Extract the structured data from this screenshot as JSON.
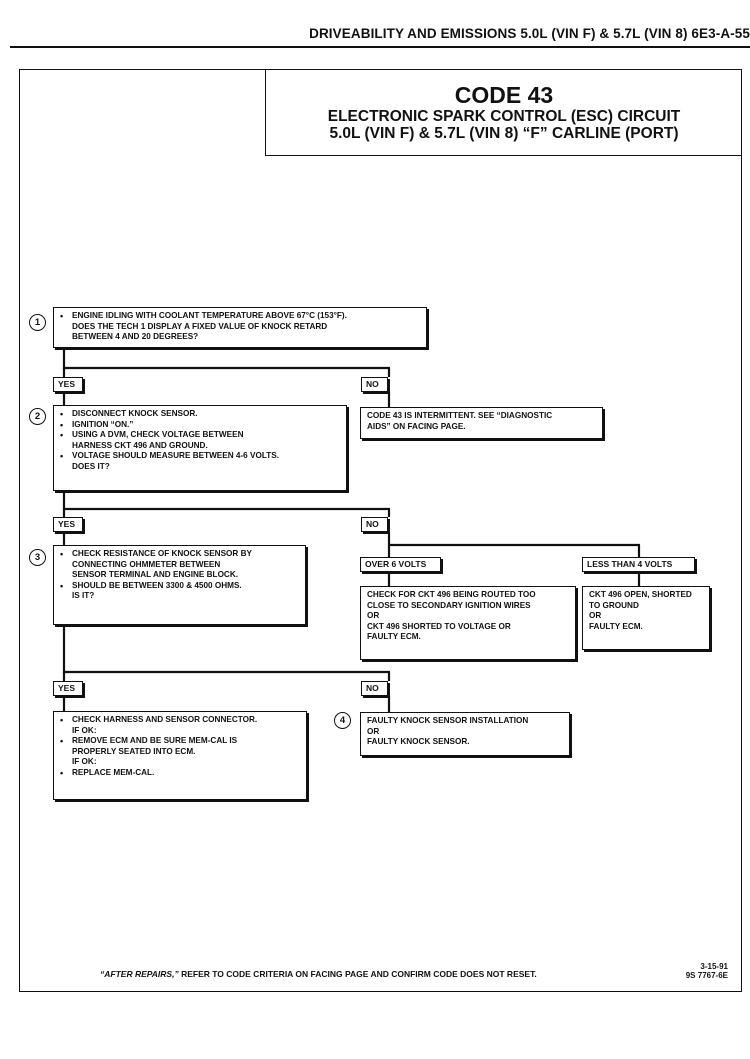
{
  "header": {
    "title": "DRIVEABILITY AND EMISSIONS 5.0L (VIN F) & 5.7L (VIN 8) 6E3-A-55"
  },
  "title_block": {
    "code": "CODE 43",
    "line1": "ELECTRONIC SPARK CONTROL (ESC) CIRCUIT",
    "line2": "5.0L (VIN F) & 5.7L (VIN 8) “F” CARLINE (PORT)"
  },
  "steps": {
    "s1": {
      "number": "1",
      "line1": "ENGINE IDLING WITH COOLANT TEMPERATURE ABOVE 67°C (153°F).",
      "line2": "DOES THE TECH 1 DISPLAY A FIXED VALUE OF KNOCK RETARD",
      "line3": "BETWEEN 4 AND 20 DEGREES?"
    },
    "s2": {
      "number": "2",
      "b1": "DISCONNECT KNOCK SENSOR.",
      "b2": "IGNITION “ON.”",
      "b3a": "USING A DVM, CHECK VOLTAGE BETWEEN",
      "b3b": "HARNESS CKT 496 AND GROUND.",
      "b4a": "VOLTAGE SHOULD MEASURE BETWEEN 4-6 VOLTS.",
      "b4b": "DOES IT?"
    },
    "s3": {
      "number": "3",
      "b1a": "CHECK RESISTANCE OF KNOCK SENSOR BY",
      "b1b": "CONNECTING OHMMETER BETWEEN",
      "b1c": "SENSOR TERMINAL AND ENGINE BLOCK.",
      "b2a": "SHOULD BE BETWEEN 3300 & 4500 OHMS.",
      "b2b": "IS IT?"
    },
    "s4": {
      "number": "4",
      "line1": "FAULTY KNOCK SENSOR INSTALLATION",
      "line2": "OR",
      "line3": "FAULTY KNOCK SENSOR."
    }
  },
  "labels": {
    "yes": "YES",
    "no": "NO",
    "over6": "OVER 6 VOLTS",
    "less4": "LESS THAN 4 VOLTS"
  },
  "results": {
    "intermittent": {
      "line1": "CODE 43 IS INTERMITTENT.  SEE “DIAGNOSTIC",
      "line2": "AIDS” ON FACING PAGE."
    },
    "over6": {
      "line1": "CHECK FOR CKT 496 BEING ROUTED TOO",
      "line2": "CLOSE TO SECONDARY IGNITION WIRES",
      "line3": "OR",
      "line4": "CKT 496 SHORTED TO VOLTAGE OR",
      "line5": "FAULTY ECM."
    },
    "less4": {
      "line1": "CKT 496 OPEN, SHORTED",
      "line2": "TO GROUND",
      "line3": "OR",
      "line4": "FAULTY ECM."
    },
    "final_yes": {
      "b1": "CHECK HARNESS AND SENSOR CONNECTOR.",
      "ifok1": "IF OK:",
      "b2a": "REMOVE ECM AND BE SURE MEM-CAL IS",
      "b2b": "PROPERLY SEATED INTO ECM.",
      "ifok2": "IF OK:",
      "b3": "REPLACE MEM-CAL."
    }
  },
  "footer": {
    "note_emph": "“AFTER REPAIRS,”",
    "note_rest": " REFER TO CODE CRITERIA ON FACING PAGE AND CONFIRM CODE DOES NOT RESET.",
    "date": "3-15-91",
    "part": "9S 7767-6E"
  }
}
